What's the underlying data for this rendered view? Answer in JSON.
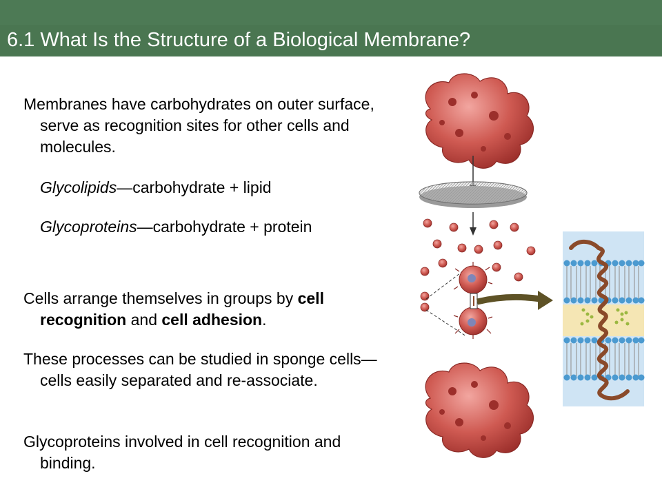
{
  "title": "6.1 What Is the Structure of a Biological Membrane?",
  "p1": "Membranes have carbohydrates on outer surface, serve as recognition sites for other cells and molecules.",
  "glycolipids": {
    "term": "Glycolipids",
    "def": "—carbohydrate + lipid"
  },
  "glycoproteins": {
    "term": "Glycoproteins",
    "def": "—carbohydrate + protein"
  },
  "p2": {
    "pre": "Cells arrange themselves in groups by ",
    "b1": "cell recognition",
    "mid": " and ",
    "b2": "cell adhesion",
    "post": "."
  },
  "p3": "These processes can be studied in sponge cells—cells easily separated and re-associate.",
  "p4": "Glycoproteins involved in cell recognition and binding.",
  "colors": {
    "title_bar": "#4a7651",
    "cell": "#c9504a",
    "membrane_bg": "#cfe4f4",
    "lipid_head": "#4b9ad0",
    "protein": "#8a4a2a"
  }
}
